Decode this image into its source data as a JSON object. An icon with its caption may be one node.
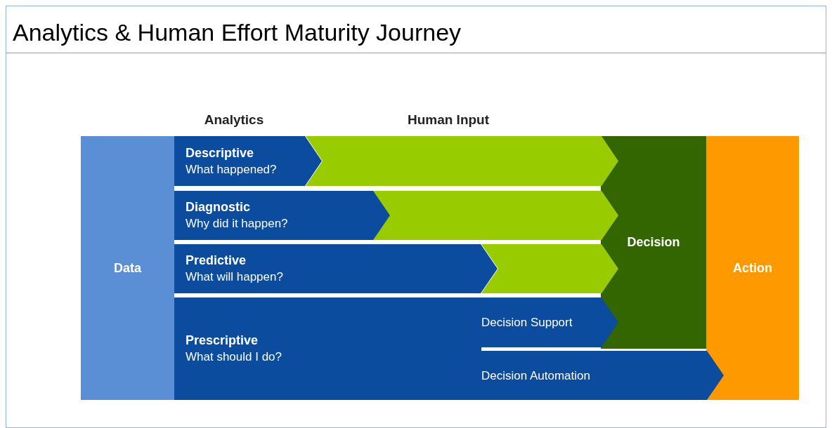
{
  "diagram": {
    "title": "Analytics & Human Effort Maturity Journey",
    "nodes": [
      {
        "text": [
          "Data"
        ]
      },
      {
        "text": [
          "Descriptive",
          "What happened?"
        ]
      },
      {
        "text": [],
        "shape": "chevron"
      },
      {
        "text": [
          "Diagnostic",
          "Why did it happen?"
        ]
      },
      {
        "text": [],
        "shape": "chevron"
      },
      {
        "text": [
          "Predictive",
          "What will happen?"
        ]
      },
      {
        "text": [],
        "shape": "chevron"
      },
      {
        "text": [
          "Prescriptive",
          "What should I do?"
        ]
      },
      {
        "text": [
          "Decision Support"
        ]
      },
      {
        "text": [
          "Decision Automation"
        ]
      },
      {
        "text": [
          "Decision"
        ]
      },
      {
        "text": [
          "Action"
        ]
      }
    ],
    "labels": [
      "Analytics",
      "Human Input"
    ]
  }
}
